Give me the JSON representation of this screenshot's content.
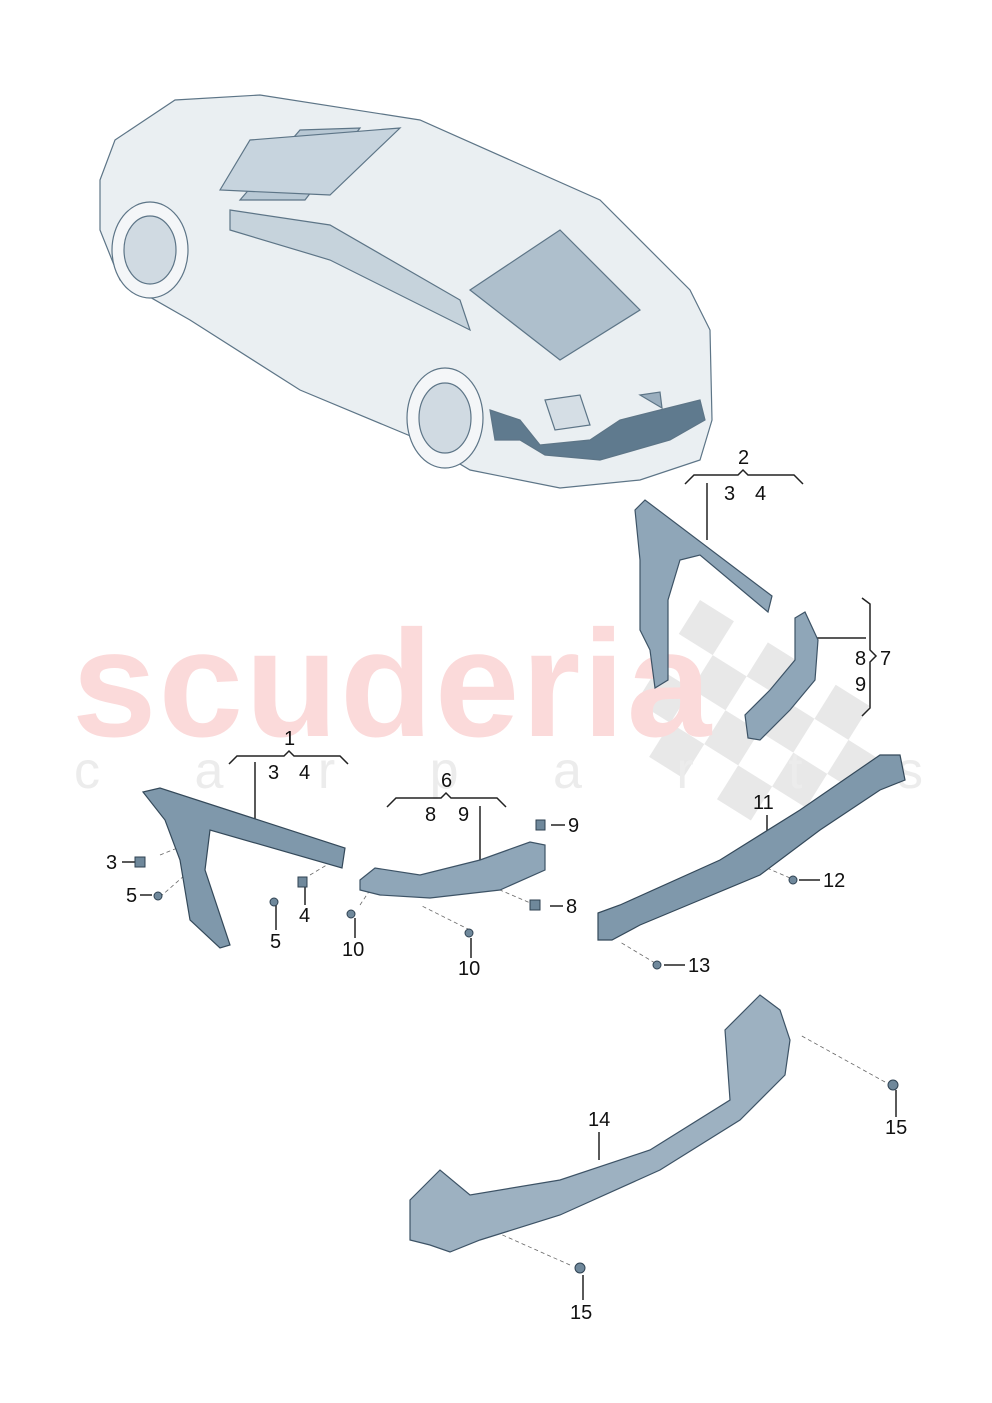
{
  "watermark": {
    "brand": "scuderia",
    "sub": "c a r p a r t s"
  },
  "colors": {
    "part_fill": "#8fa6b8",
    "part_dark": "#5f7a8e",
    "car_fill": "#e6ecf0",
    "glass": "#a9bccb",
    "watermark_red": "#fbdada",
    "checker": "#e6e6e6"
  },
  "diagram": {
    "groups": [
      {
        "id": "1",
        "children": [
          "3",
          "4"
        ]
      },
      {
        "id": "2",
        "children": [
          "3",
          "4"
        ]
      },
      {
        "id": "6",
        "children": [
          "8",
          "9"
        ]
      },
      {
        "id": "7",
        "children": [
          "8",
          "9"
        ]
      }
    ],
    "callouts": {
      "g1": "1",
      "g1a": "3",
      "g1b": "4",
      "g2": "2",
      "g2a": "3",
      "g2b": "4",
      "g6": "6",
      "g6a": "8",
      "g6b": "9",
      "g7": "7",
      "g7a": "8",
      "g7b": "9",
      "c3": "3",
      "c5a": "5",
      "c5b": "5",
      "c4": "4",
      "c9": "9",
      "c8": "8",
      "c10a": "10",
      "c10b": "10",
      "c11": "11",
      "c12": "12",
      "c13": "13",
      "c14": "14",
      "c15a": "15",
      "c15b": "15"
    },
    "parts": [
      {
        "num": "1",
        "name": "bracket-left"
      },
      {
        "num": "2",
        "name": "bracket-right"
      },
      {
        "num": "3",
        "name": "clip"
      },
      {
        "num": "4",
        "name": "clip"
      },
      {
        "num": "5",
        "name": "screw"
      },
      {
        "num": "6",
        "name": "guide-left"
      },
      {
        "num": "7",
        "name": "guide-right"
      },
      {
        "num": "8",
        "name": "clip-nut"
      },
      {
        "num": "9",
        "name": "clip"
      },
      {
        "num": "10",
        "name": "screw"
      },
      {
        "num": "11",
        "name": "bumper-carrier"
      },
      {
        "num": "12",
        "name": "nut"
      },
      {
        "num": "13",
        "name": "screw"
      },
      {
        "num": "14",
        "name": "bumper-reinforcement"
      },
      {
        "num": "15",
        "name": "bolt"
      }
    ]
  }
}
